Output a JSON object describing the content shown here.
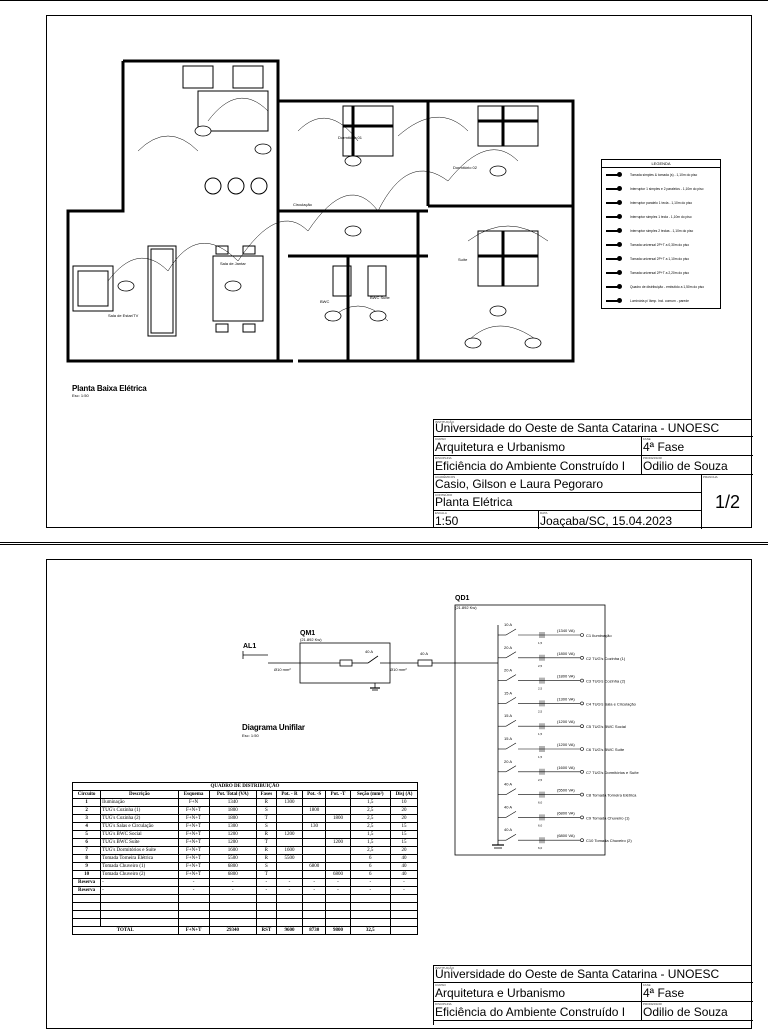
{
  "sheet1": {
    "plan_title": "Planta Baixa Elétrica",
    "plan_scale": "Esc: 1:50",
    "rooms": [
      "Sala de Estar/TV",
      "Sala de Jantar",
      "Circulação",
      "Dormitório 01",
      "Dormitório 02",
      "Suíte",
      "BWC",
      "BWC Suíte"
    ],
    "legend": {
      "title": "LEGENDA",
      "items": [
        "Tomada simples & tomada (s) - 1,10m do piso",
        "Interruptor 1 simples e 2 paralelos - 1,10m do piso",
        "Interruptor paralelo 1 tecla - 1,10m do piso",
        "Interruptor simples 1 tecla - 1,10m do piso",
        "Interruptor simples 2 teclas - 1,10m do piso",
        "Tomada universal 2P+T a 0,30m do piso",
        "Tomada universal 2P+T a 1,10m do piso",
        "Tomada universal 2P+T a 2,20m do piso",
        "Quadro de distribuição - embutido a 1,50m do piso",
        "Luminária p/ lâmp. Incl. comum - parede"
      ]
    }
  },
  "titleblock": {
    "university": "Universidade do Oeste de Santa Catarina - UNOESC",
    "course": "Arquitetura e Urbanismo",
    "phase": "4ª Fase",
    "discipline": "Eficiência do Ambiente Construído I",
    "professor": "Odilio de Souza",
    "authors": "Casio, Gilson e Laura Pegoraro",
    "drawing": "Planta Elétrica",
    "scale": "1:50",
    "place_date": "Joaçaba/SC, 15.04.2023",
    "sheet": "1/2"
  },
  "sheet2": {
    "diagram_title": "Diagrama Unifilar",
    "diagram_scale": "Esc: 1:50",
    "al1": "AL1",
    "qm1": "QM1",
    "qm1_power": "(21.892 Kw)",
    "qm1_breaker": "40 A",
    "qd1": "QD1",
    "qd1_power": "(21.892 Kw)",
    "main_breaker": "40 A",
    "section_a": "Ø10 mm²",
    "section_b": "Ø10 mm²",
    "circuits": [
      {
        "breaker": "10 A",
        "va": "(1340 VA)",
        "label": "C1 Iluminação",
        "section": "1,5"
      },
      {
        "breaker": "20 A",
        "va": "(1800 VA)",
        "label": "C2 TUG's Cozinha (1)",
        "section": "2,5"
      },
      {
        "breaker": "20 A",
        "va": "(1800 VA)",
        "label": "C3 TUG's Cozinha (2)",
        "section": "2,5"
      },
      {
        "breaker": "15 A",
        "va": "(1300 VA)",
        "label": "C4 TUG's Sala e Circulação",
        "section": "2,5"
      },
      {
        "breaker": "15 A",
        "va": "(1200 VA)",
        "label": "C5 TUG's BWC Social",
        "section": "1,5"
      },
      {
        "breaker": "15 A",
        "va": "(1200 VA)",
        "label": "C6 TUG's BWC Suíte",
        "section": "1,5"
      },
      {
        "breaker": "20 A",
        "va": "(1600 VA)",
        "label": "C7 TUG's Dormitórios e Suíte",
        "section": "2,5"
      },
      {
        "breaker": "40 A",
        "va": "(5500 VA)",
        "label": "C8 Tomada Torneira Elétrica",
        "section": "6,0"
      },
      {
        "breaker": "40 A",
        "va": "(6800 VA)",
        "label": "C9 Tomada Chuveiro (1)",
        "section": "6,0"
      },
      {
        "breaker": "40 A",
        "va": "(6800 VA)",
        "label": "C10 Tomada Chuveiro (2)",
        "section": "6,0"
      }
    ],
    "table": {
      "title": "QUADRO DE DISTRIBUIÇÃO",
      "headers": [
        "Circuito",
        "Descrição",
        "Esquema",
        "Pot. Total (VA)",
        "Fases",
        "Pot. - R",
        "Pot. -S",
        "Pot. -T",
        "Seção (mm²)",
        "Disj (A)"
      ],
      "rows": [
        [
          "1",
          "Iluminação",
          "F+N",
          "1340",
          "R",
          "1300",
          "",
          "",
          "1,5",
          "10"
        ],
        [
          "2",
          "TUG's Cozinha (1)",
          "F+N+T",
          "1800",
          "S",
          "",
          "1800",
          "",
          "2,5",
          "20"
        ],
        [
          "3",
          "TUG's Cozinha (2)",
          "F+N+T",
          "1800",
          "T",
          "",
          "",
          "1800",
          "2,5",
          "20"
        ],
        [
          "4",
          "TUG's Salas e Circulação",
          "F+N+T",
          "1300",
          "S",
          "",
          "130",
          "",
          "2,5",
          "15"
        ],
        [
          "5",
          "TUG's BWC Social",
          "F+N+T",
          "1200",
          "R",
          "1200",
          "",
          "",
          "1,5",
          "15"
        ],
        [
          "6",
          "TUG's BWC Suíte",
          "F+N+T",
          "1200",
          "T",
          "",
          "",
          "1200",
          "1,5",
          "15"
        ],
        [
          "7",
          "TUG's Dormitórios e Suíte",
          "F+N+T",
          "1600",
          "R",
          "1600",
          "",
          "",
          "2,5",
          "20"
        ],
        [
          "8",
          "Tomada Torneira Elétrica",
          "F+N+T",
          "5500",
          "R",
          "5500",
          "",
          "",
          "6",
          "40"
        ],
        [
          "9",
          "Tomada Chuveiro (1)",
          "F+N+T",
          "6800",
          "S",
          "",
          "6800",
          "",
          "6",
          "40"
        ],
        [
          "10",
          "Tomada Chuveiro (2)",
          "F+N+T",
          "6800",
          "T",
          "",
          "",
          "6800",
          "6",
          "40"
        ],
        [
          "Reserva",
          "-",
          "-",
          "-",
          "-",
          "-",
          "-",
          "-",
          "-",
          "-"
        ],
        [
          "Reserva",
          "-",
          "-",
          "-",
          "-",
          "-",
          "-",
          "-",
          "-",
          "-"
        ],
        [
          "",
          "",
          "",
          "",
          "",
          "",
          "",
          "",
          "",
          ""
        ],
        [
          "",
          "",
          "",
          "",
          "",
          "",
          "",
          "",
          "",
          ""
        ],
        [
          "",
          "",
          "",
          "",
          "",
          "",
          "",
          "",
          "",
          ""
        ],
        [
          "",
          "",
          "",
          "",
          "",
          "",
          "",
          "",
          "",
          ""
        ]
      ],
      "total": [
        "TOTAL",
        "F+N+T",
        "29340",
        "RST",
        "9600",
        "8730",
        "9800",
        "32,5",
        ""
      ]
    }
  }
}
